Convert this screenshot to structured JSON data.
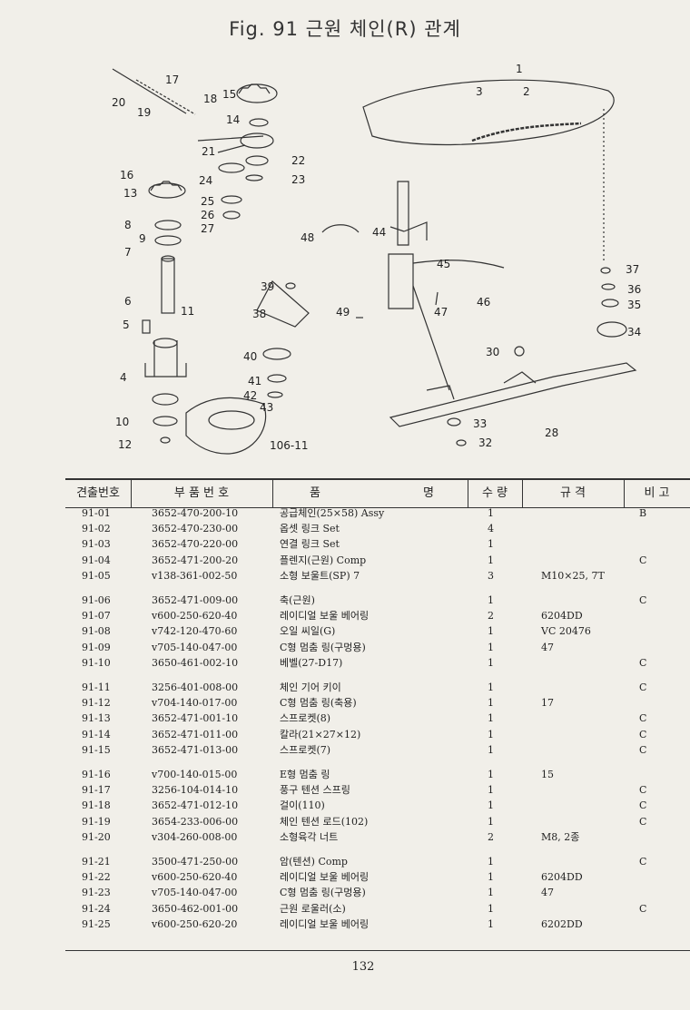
{
  "title": "Fig. 91  근원 체인(R) 관계",
  "callouts": [
    "1",
    "2",
    "3",
    "4",
    "5",
    "6",
    "7",
    "8",
    "9",
    "10",
    "11",
    "12",
    "13",
    "14",
    "15",
    "16",
    "17",
    "18",
    "19",
    "20",
    "21",
    "22",
    "23",
    "24",
    "25",
    "26",
    "27",
    "28",
    "30",
    "32",
    "33",
    "34",
    "35",
    "36",
    "37",
    "38",
    "39",
    "40",
    "41",
    "42",
    "43",
    "44",
    "45",
    "46",
    "47",
    "48",
    "49",
    "106-11"
  ],
  "table": {
    "headers": [
      "견출번호",
      "부 품 번 호",
      "품",
      "명",
      "수 량",
      "규 격",
      "비 고"
    ],
    "rows": [
      {
        "no": "91-01",
        "part": "3652-470-200-10",
        "name": "공급체인(25×58) Assy",
        "qty": "1",
        "spec": "",
        "note": "B"
      },
      {
        "no": "91-02",
        "part": "3652-470-230-00",
        "name": "옵셋 링크 Set",
        "qty": "4",
        "spec": "",
        "note": ""
      },
      {
        "no": "91-03",
        "part": "3652-470-220-00",
        "name": "연결 링크 Set",
        "qty": "1",
        "spec": "",
        "note": ""
      },
      {
        "no": "91-04",
        "part": "3652-471-200-20",
        "name": "플렌지(근원) Comp",
        "qty": "1",
        "spec": "",
        "note": "C"
      },
      {
        "no": "91-05",
        "part": "v138-361-002-50",
        "name": "소형 보울트(SP) 7",
        "qty": "3",
        "spec": "M10×25, 7T",
        "note": ""
      },
      {
        "no": "91-06",
        "part": "3652-471-009-00",
        "name": "축(근원)",
        "qty": "1",
        "spec": "",
        "note": "C"
      },
      {
        "no": "91-07",
        "part": "v600-250-620-40",
        "name": "레이디얼 보울 베어링",
        "qty": "2",
        "spec": "6204DD",
        "note": ""
      },
      {
        "no": "91-08",
        "part": "v742-120-470-60",
        "name": "오일 씨일(G)",
        "qty": "1",
        "spec": "VC 20476",
        "note": ""
      },
      {
        "no": "91-09",
        "part": "v705-140-047-00",
        "name": "C형 멈춤 링(구멍용)",
        "qty": "1",
        "spec": "47",
        "note": ""
      },
      {
        "no": "91-10",
        "part": "3650-461-002-10",
        "name": "베벨(27-D17)",
        "qty": "1",
        "spec": "",
        "note": "C"
      },
      {
        "no": "91-11",
        "part": "3256-401-008-00",
        "name": "체인 기어 키이",
        "qty": "1",
        "spec": "",
        "note": "C"
      },
      {
        "no": "91-12",
        "part": "v704-140-017-00",
        "name": "C형 멈춤 링(축용)",
        "qty": "1",
        "spec": "17",
        "note": ""
      },
      {
        "no": "91-13",
        "part": "3652-471-001-10",
        "name": "스프로켓(8)",
        "qty": "1",
        "spec": "",
        "note": "C"
      },
      {
        "no": "91-14",
        "part": "3652-471-011-00",
        "name": "칼라(21×27×12)",
        "qty": "1",
        "spec": "",
        "note": "C"
      },
      {
        "no": "91-15",
        "part": "3652-471-013-00",
        "name": "스프로켓(7)",
        "qty": "1",
        "spec": "",
        "note": "C"
      },
      {
        "no": "91-16",
        "part": "v700-140-015-00",
        "name": "E형 멈춤 링",
        "qty": "1",
        "spec": "15",
        "note": ""
      },
      {
        "no": "91-17",
        "part": "3256-104-014-10",
        "name": "풍구 텐션 스프링",
        "qty": "1",
        "spec": "",
        "note": "C"
      },
      {
        "no": "91-18",
        "part": "3652-471-012-10",
        "name": "걸이(110)",
        "qty": "1",
        "spec": "",
        "note": "C"
      },
      {
        "no": "91-19",
        "part": "3654-233-006-00",
        "name": "체인 텐션 로드(102)",
        "qty": "1",
        "spec": "",
        "note": "C"
      },
      {
        "no": "91-20",
        "part": "v304-260-008-00",
        "name": "소형육각 너트",
        "qty": "2",
        "spec": "M8, 2종",
        "note": ""
      },
      {
        "no": "91-21",
        "part": "3500-471-250-00",
        "name": "암(텐션) Comp",
        "qty": "1",
        "spec": "",
        "note": "C"
      },
      {
        "no": "91-22",
        "part": "v600-250-620-40",
        "name": "레이디얼 보울 베어링",
        "qty": "1",
        "spec": "6204DD",
        "note": ""
      },
      {
        "no": "91-23",
        "part": "v705-140-047-00",
        "name": "C형 멈춤 링(구멍용)",
        "qty": "1",
        "spec": "47",
        "note": ""
      },
      {
        "no": "91-24",
        "part": "3650-462-001-00",
        "name": "근원 로울러(소)",
        "qty": "1",
        "spec": "",
        "note": "C"
      },
      {
        "no": "91-25",
        "part": "v600-250-620-20",
        "name": "레이디얼 보울 베어링",
        "qty": "1",
        "spec": "6202DD",
        "note": ""
      }
    ]
  },
  "page_number": "132"
}
